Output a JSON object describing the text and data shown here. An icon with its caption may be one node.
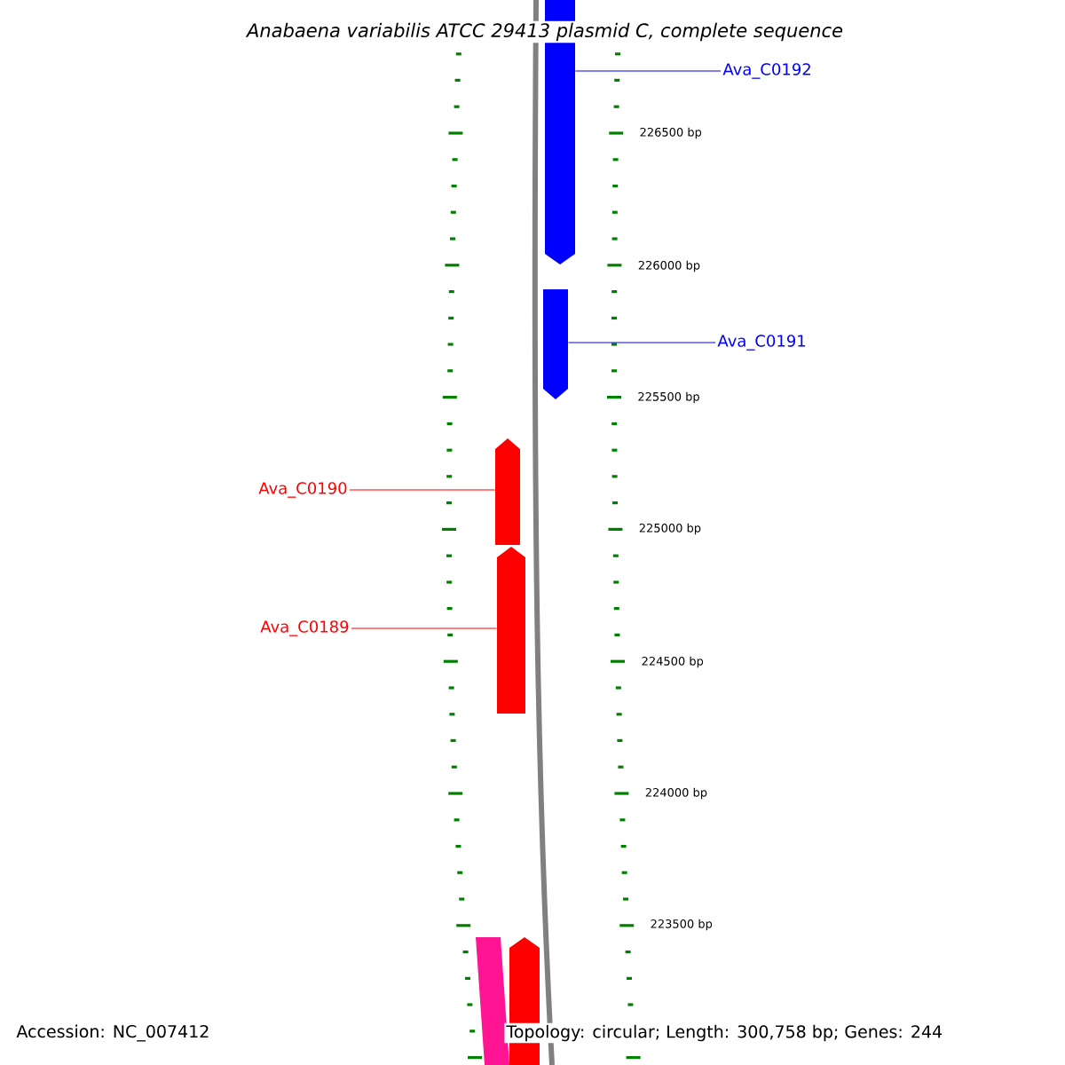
{
  "diagram": {
    "title": "Anabaena variabilis ATCC 29413 plasmid C, complete sequence",
    "nodes": [
      {
        "text": [
          "Ava_C0192"
        ]
      },
      {
        "text": [],
        "shape": "bar"
      },
      {
        "text": [
          "Ava_C0191"
        ]
      },
      {
        "text": [],
        "shape": "bar"
      },
      {
        "text": [
          "Ava_C0190"
        ]
      },
      {
        "text": [],
        "shape": "bar"
      },
      {
        "text": [
          "Ava_C0189"
        ]
      },
      {
        "text": [],
        "shape": "bar"
      },
      {
        "text": [],
        "shape": "bar"
      },
      {
        "text": [],
        "shape": "bar"
      }
    ],
    "edges": [
      {
        "from": 0,
        "to": 1,
        "arrow": "none",
        "color": "#0000ff"
      },
      {
        "from": 2,
        "to": 3,
        "arrow": "none",
        "color": "#0000ff"
      },
      {
        "from": 4,
        "to": 5,
        "arrow": "none",
        "color": "#ff0000"
      },
      {
        "from": 6,
        "to": 7,
        "arrow": "none",
        "color": "#ff0000"
      }
    ],
    "labels": [
      "226500 bp",
      "226000 bp",
      "225500 bp",
      "225000 bp",
      "224500 bp",
      "224000 bp",
      "223500 bp",
      "Accession: NC_007412",
      "Topology: circular; Length: 300,758 bp; Genes: 244"
    ]
  }
}
